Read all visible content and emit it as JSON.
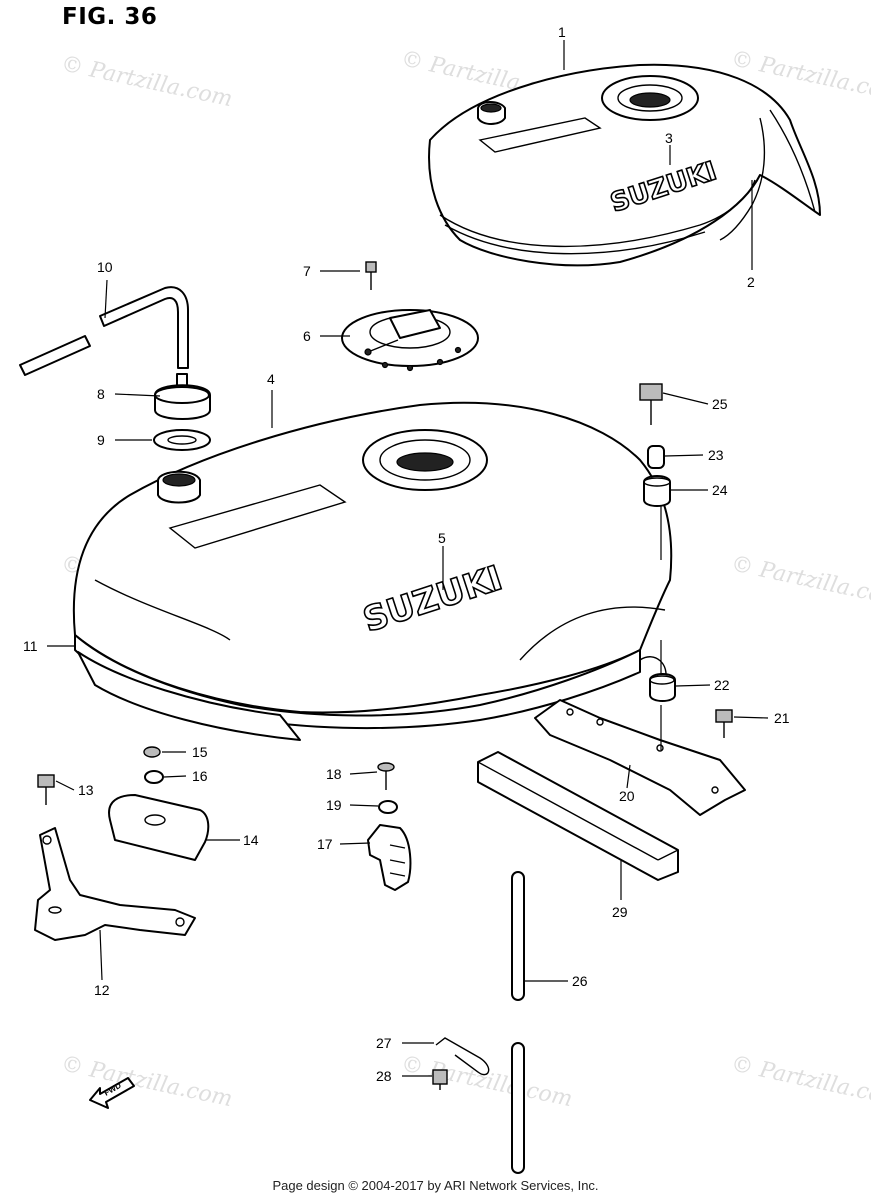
{
  "figure": {
    "title": "FIG. 36"
  },
  "brand_text": "SUZUKI",
  "watermark_text": "© Partzilla.com",
  "footer": "Page design © 2004-2017 by ARI Network Services, Inc.",
  "fwd_label": "FWD",
  "callouts": [
    "1",
    "2",
    "3",
    "4",
    "5",
    "6",
    "7",
    "8",
    "9",
    "10",
    "11",
    "12",
    "13",
    "14",
    "15",
    "16",
    "17",
    "18",
    "19",
    "20",
    "21",
    "22",
    "23",
    "24",
    "25",
    "26",
    "27",
    "28",
    "29"
  ]
}
